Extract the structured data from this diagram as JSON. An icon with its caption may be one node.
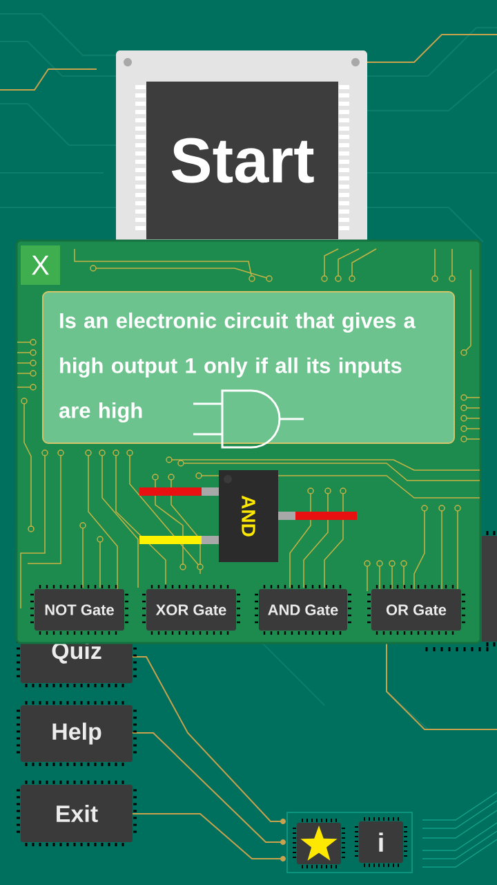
{
  "diagram": {
    "nodes": [
      {
        "text": [
          "Start"
        ]
      },
      {
        "text": [],
        "shape": "box"
      },
      {
        "text": [
          "X"
        ],
        "in": 1
      },
      {
        "text": [
          "Is an electronic circuit that gives a high output 1 only if all its inputs are high"
        ],
        "in": 1
      },
      {
        "text": [
          "AND"
        ],
        "in": 1
      },
      {
        "text": [
          "NOT Gate"
        ],
        "in": 1
      },
      {
        "text": [
          "XOR Gate"
        ],
        "in": 1
      },
      {
        "text": [
          "AND Gate"
        ],
        "in": 1
      },
      {
        "text": [
          "OR Gate"
        ],
        "in": 1
      },
      {
        "text": [
          "Quiz"
        ]
      },
      {
        "text": [
          "Help"
        ]
      },
      {
        "text": [
          "Exit"
        ]
      },
      {
        "text": [],
        "shape": "box"
      },
      {
        "text": [
          "i"
        ]
      }
    ]
  }
}
